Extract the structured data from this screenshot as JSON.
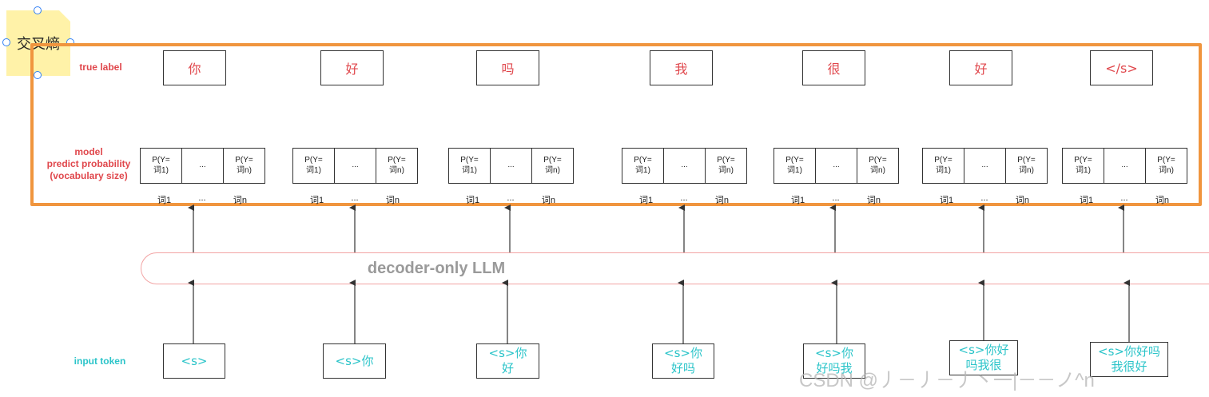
{
  "sticky_note": {
    "text": "交叉熵"
  },
  "row_labels": {
    "true_label": "true label",
    "model_line1": "model",
    "model_line2": "predict probability",
    "model_line3": "(vocabulary size)",
    "input_token": "input token"
  },
  "llm_label": "decoder-only LLM",
  "true_labels": [
    "你",
    "好",
    "吗",
    "我",
    "很",
    "好",
    "</s>"
  ],
  "prob_cells": {
    "first_line1": "P(Y=",
    "first_line2": "词1)",
    "middle": "...",
    "last_line1": "P(Y=",
    "last_line2": "词n)"
  },
  "vocab_axis": {
    "first": "词1",
    "middle": "...",
    "last": "词n"
  },
  "input_tokens": [
    [
      "<s>"
    ],
    [
      "<s>你"
    ],
    [
      "<s>你",
      "好"
    ],
    [
      "<s>你",
      "好吗"
    ],
    [
      "<s>你",
      "好吗我"
    ],
    [
      "<s>你好",
      "吗我很"
    ],
    [
      "<s>你好吗",
      "我很好"
    ]
  ],
  "watermark": "CSDN @丿－丿－丿丶一|－－ノ^n",
  "colors": {
    "frame": "#f0953e",
    "label_text": "#e0474c",
    "input_text": "#2bc4c9",
    "llm_border": "#f2a3a3",
    "sticky": "#fff2a8"
  }
}
